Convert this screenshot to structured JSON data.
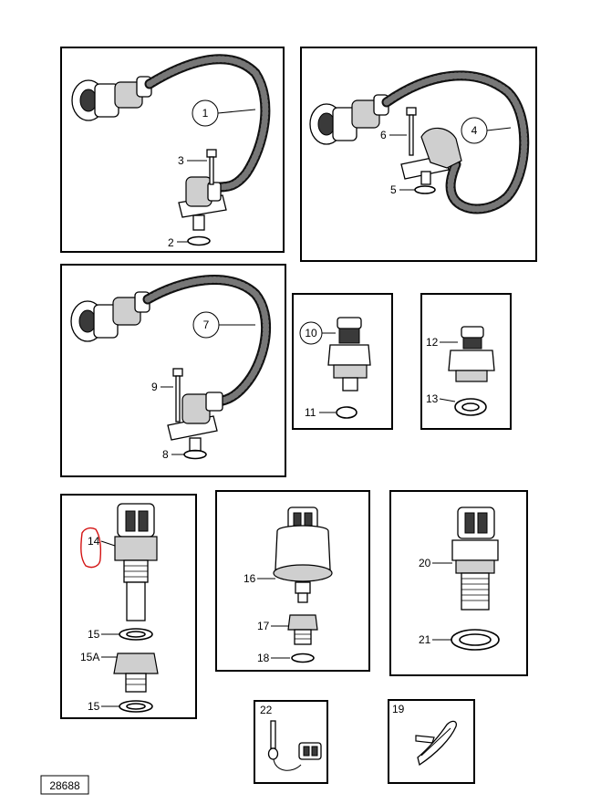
{
  "drawing_number": "28688",
  "callouts": {
    "c1": "1",
    "c2": "2",
    "c3": "3",
    "c4": "4",
    "c5": "5",
    "c6": "6",
    "c7": "7",
    "c8": "8",
    "c9": "9",
    "c10": "10",
    "c11": "11",
    "c12": "12",
    "c13": "13",
    "c14": "14",
    "c15a": "15",
    "c15b": "15A",
    "c15c": "15",
    "c16": "16",
    "c17": "17",
    "c18": "18",
    "c19": "19",
    "c20": "20",
    "c21": "21",
    "c22": "22"
  },
  "colors": {
    "line": "#000000",
    "markup": "#d31212",
    "background": "#ffffff"
  }
}
